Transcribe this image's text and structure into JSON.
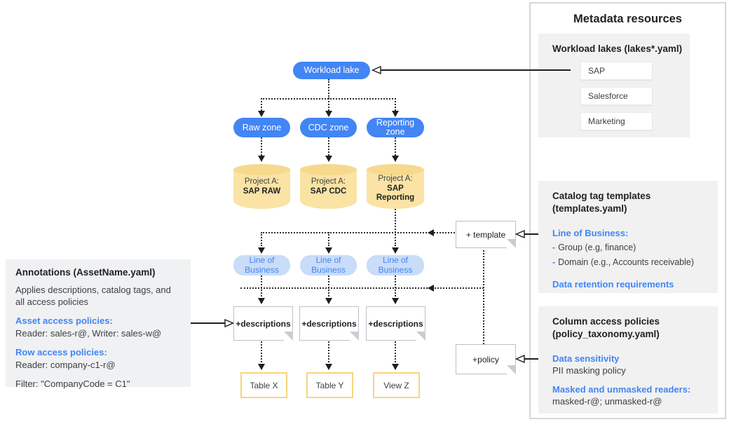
{
  "colors": {
    "accent_blue": "#4285F4",
    "lob_fill": "#C9DCF8",
    "cylinder_fill": "#FAE3A4",
    "cylinder_top": "#F6D98D",
    "table_border": "#F7D57E",
    "panel_gray": "#F1F1F2"
  },
  "left_panel": {
    "title": "Annotations (AssetName.yaml)",
    "description": "Applies descriptions, catalog tags, and all access policies",
    "asset_policies_label": "Asset access policies:",
    "asset_policies_value": "Reader: sales-r@, Writer: sales-w@",
    "row_policies_label": "Row access policies:",
    "row_policies_value": "Reader: company-c1-r@",
    "filter_value": "Filter: \"CompanyCode = C1\""
  },
  "diagram": {
    "lake_label": "Workload lake",
    "zones": [
      "Raw zone",
      "CDC zone",
      "Reporting zone"
    ],
    "projects": [
      {
        "line1": "Project A:",
        "line2": "SAP RAW"
      },
      {
        "line1": "Project A:",
        "line2": "SAP CDC"
      },
      {
        "line1": "Project A:",
        "line2": "SAP Reporting"
      }
    ],
    "lob_label": "Line of Business",
    "descriptions_label": "+descriptions",
    "template_label": "+ template",
    "policy_label": "+policy",
    "assets": [
      "Table X",
      "Table Y",
      "View Z"
    ]
  },
  "right_panel": {
    "title": "Metadata resources",
    "workload_lakes": {
      "title": "Workload lakes (lakes*.yaml)",
      "items": [
        "SAP",
        "Salesforce",
        "Marketing"
      ]
    },
    "catalog_templates": {
      "title_line1": "Catalog tag templates",
      "title_line2": "(templates.yaml)",
      "lob_heading": "Line of Business:",
      "bullet_dash": "-",
      "bullets": [
        "Group (e.g, finance)",
        "Domain (e.g., Accounts receivable)"
      ],
      "retention_heading": "Data retention requirements"
    },
    "column_policies": {
      "title_line1": "Column access policies",
      "title_line2": "(policy_taxonomy.yaml)",
      "sensitivity_heading": "Data sensitivity",
      "sensitivity_value": "PII masking policy",
      "readers_heading": "Masked and unmasked readers:",
      "readers_value": "masked-r@; unmasked-r@"
    }
  }
}
